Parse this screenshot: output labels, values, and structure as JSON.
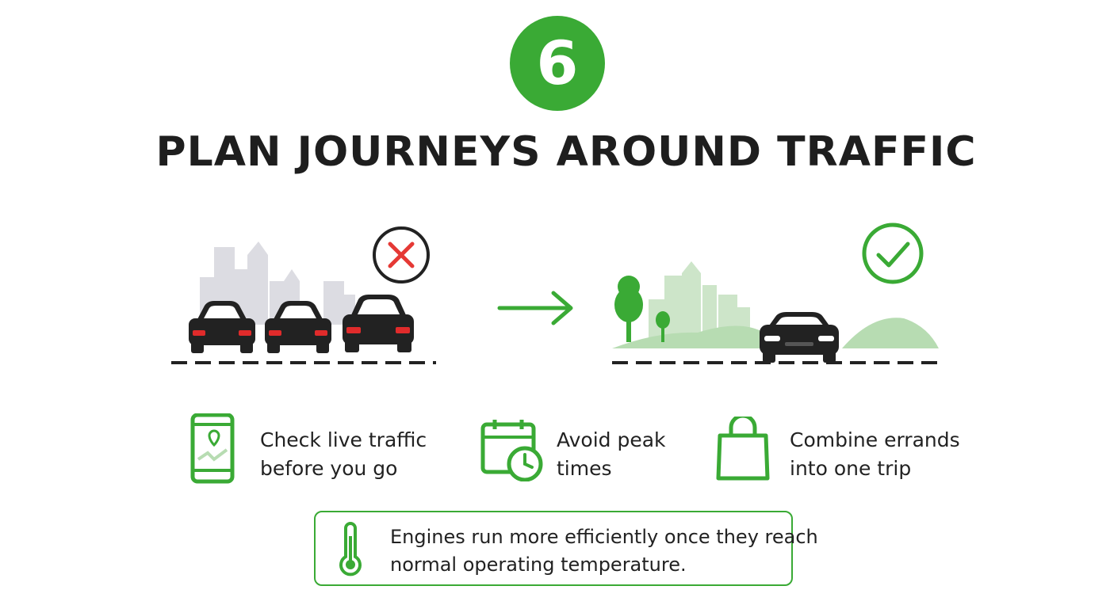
{
  "step": {
    "number": "6"
  },
  "heading": {
    "title": "PLAN JOURNEYS AROUND TRAFFIC"
  },
  "colors": {
    "accent": "#3aaa35",
    "bad": "#e53935",
    "car": "#222222",
    "tail_light": "#e02b2b",
    "city_gray": "#dcdce2",
    "city_green": "#c8e3c4",
    "text": "#222222"
  },
  "scenes": {
    "before": {
      "status_icon": "cross-icon"
    },
    "transition": {
      "icon": "arrow-right-icon"
    },
    "after": {
      "status_icon": "check-icon"
    }
  },
  "tips": [
    {
      "icon": "phone-map-icon",
      "line1": "Check live traffic",
      "line2": "before you go"
    },
    {
      "icon": "calendar-clock-icon",
      "line1": "Avoid peak",
      "line2": "times"
    },
    {
      "icon": "shopping-bag-icon",
      "line1": "Combine errands",
      "line2": "into one trip"
    }
  ],
  "note": {
    "icon": "thermometer-icon",
    "line1": "Engines run more efficiently once they reach",
    "line2": "normal operating temperature."
  }
}
